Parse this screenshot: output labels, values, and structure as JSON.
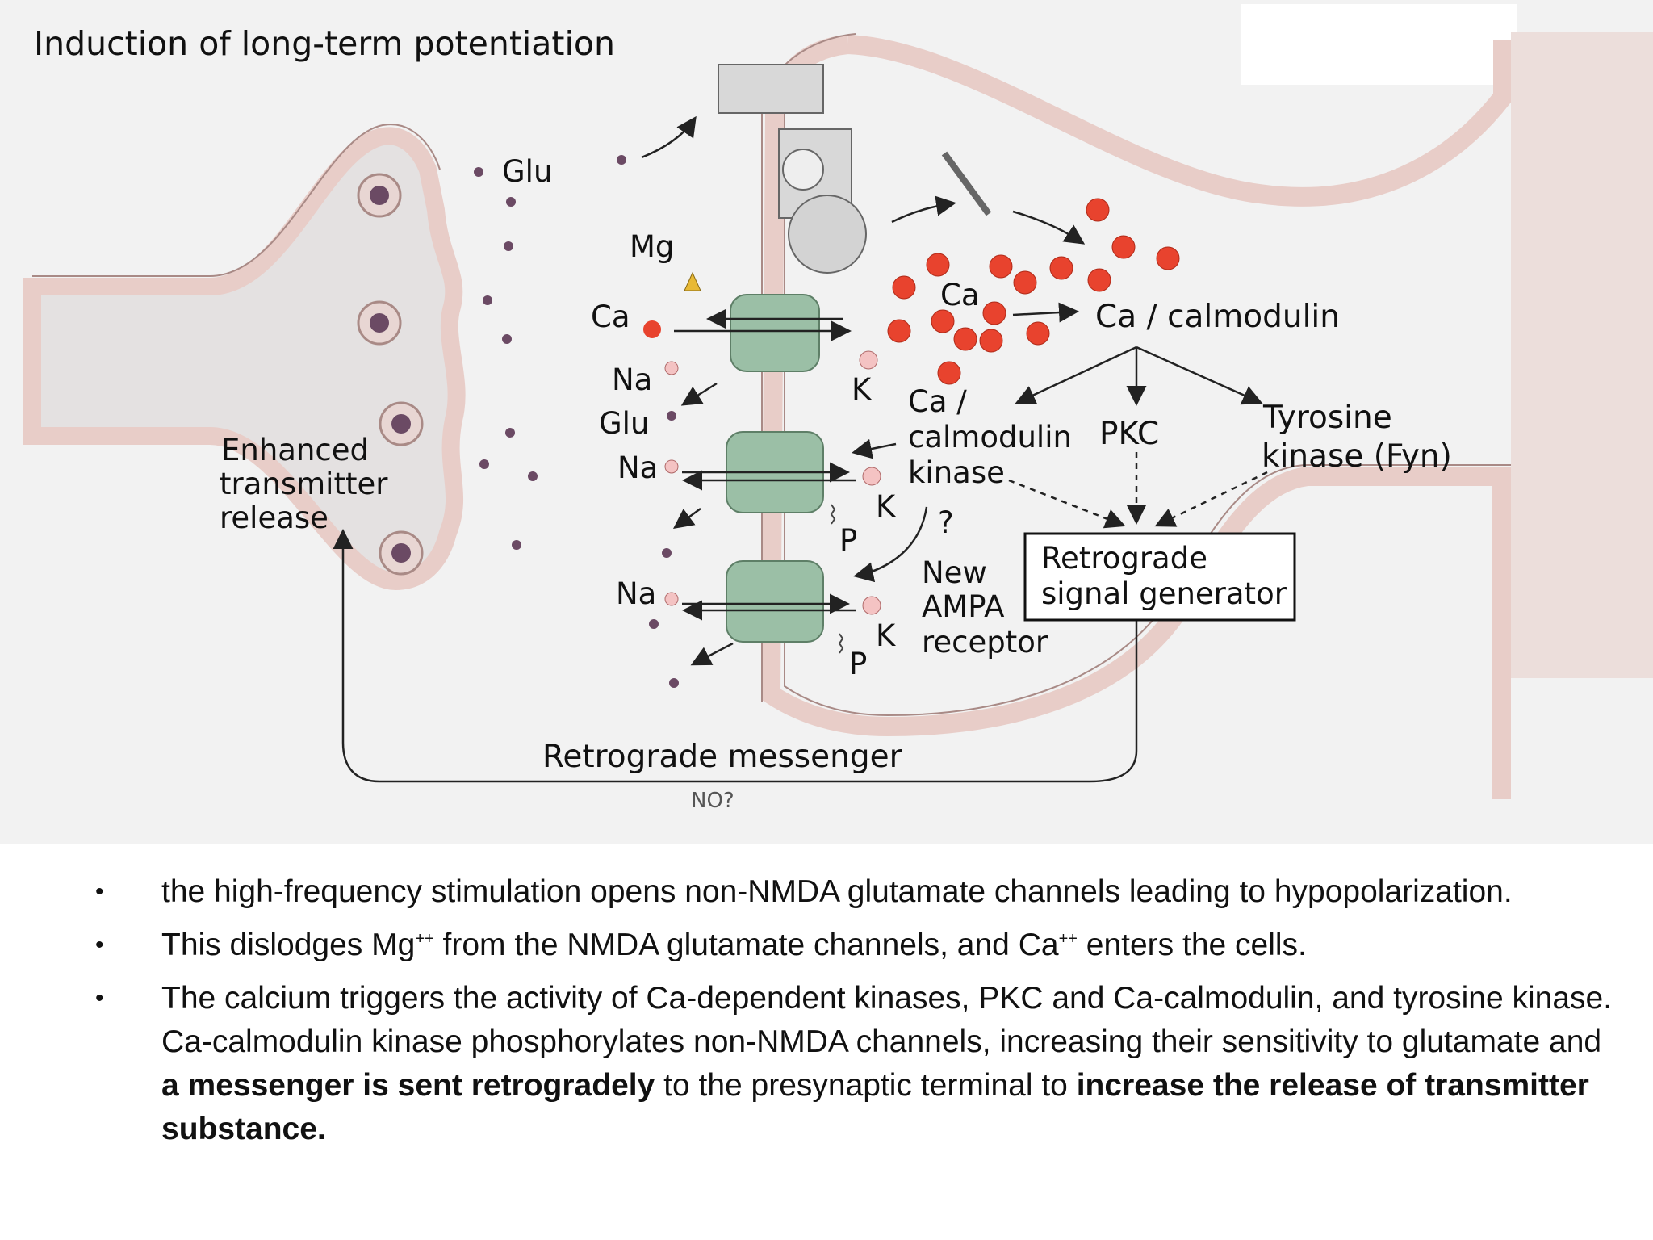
{
  "figure": {
    "title": "Induction of long-term potentiation",
    "labels": {
      "glu_top": "Glu",
      "mg": "Mg",
      "ca_left": "Ca",
      "na_1": "Na",
      "glu_left": "Glu",
      "na_2": "Na",
      "na_3": "Na",
      "k_1": "K",
      "k_2": "K",
      "k_3": "K",
      "p_1": "P",
      "p_2": "P",
      "ca_cloud": "Ca",
      "ca_calmodulin": "Ca / calmodulin",
      "camk_1": "Ca /",
      "camk_2": "calmodulin",
      "camk_3": "kinase",
      "pkc": "PKC",
      "tyr_1": "Tyrosine",
      "tyr_2": "kinase (Fyn)",
      "question": "?",
      "new_1": "New",
      "new_2": "AMPA",
      "new_3": "receptor",
      "retro_box_1": "Retrograde",
      "retro_box_2": "signal generator",
      "enh_1": "Enhanced",
      "enh_2": "transmitter",
      "enh_3": "release",
      "retro_messenger": "Retrograde messenger",
      "no": "NO?"
    },
    "colors": {
      "membrane": "#e8cdc8",
      "membrane_edge": "#a98a86",
      "background": "#f2f2f2",
      "channel": "#9bbfa6",
      "calcium": "#e8432e",
      "glutamate": "#6b4a64"
    }
  },
  "bullets": {
    "b1": "the high-frequency stimulation opens non-NMDA glutamate channels leading to hypopolarization.",
    "b2_a": "This dislodges Mg",
    "b2_sup1": "++",
    "b2_b": " from the NMDA glutamate channels, and Ca",
    "b2_sup2": "++",
    "b2_c": " enters the cells.",
    "b3_a": "The calcium triggers the activity of Ca-dependent kinases, PKC and Ca-calmodulin, and tyrosine kinase. Ca-calmodulin kinase phosphorylates non-NMDA channels, increasing their sensitivity to glutamate and ",
    "b3_bold1": "a messenger is sent retrogradely",
    "b3_b": " to the presynaptic terminal to ",
    "b3_bold2": "increase the release of transmitter substance."
  }
}
